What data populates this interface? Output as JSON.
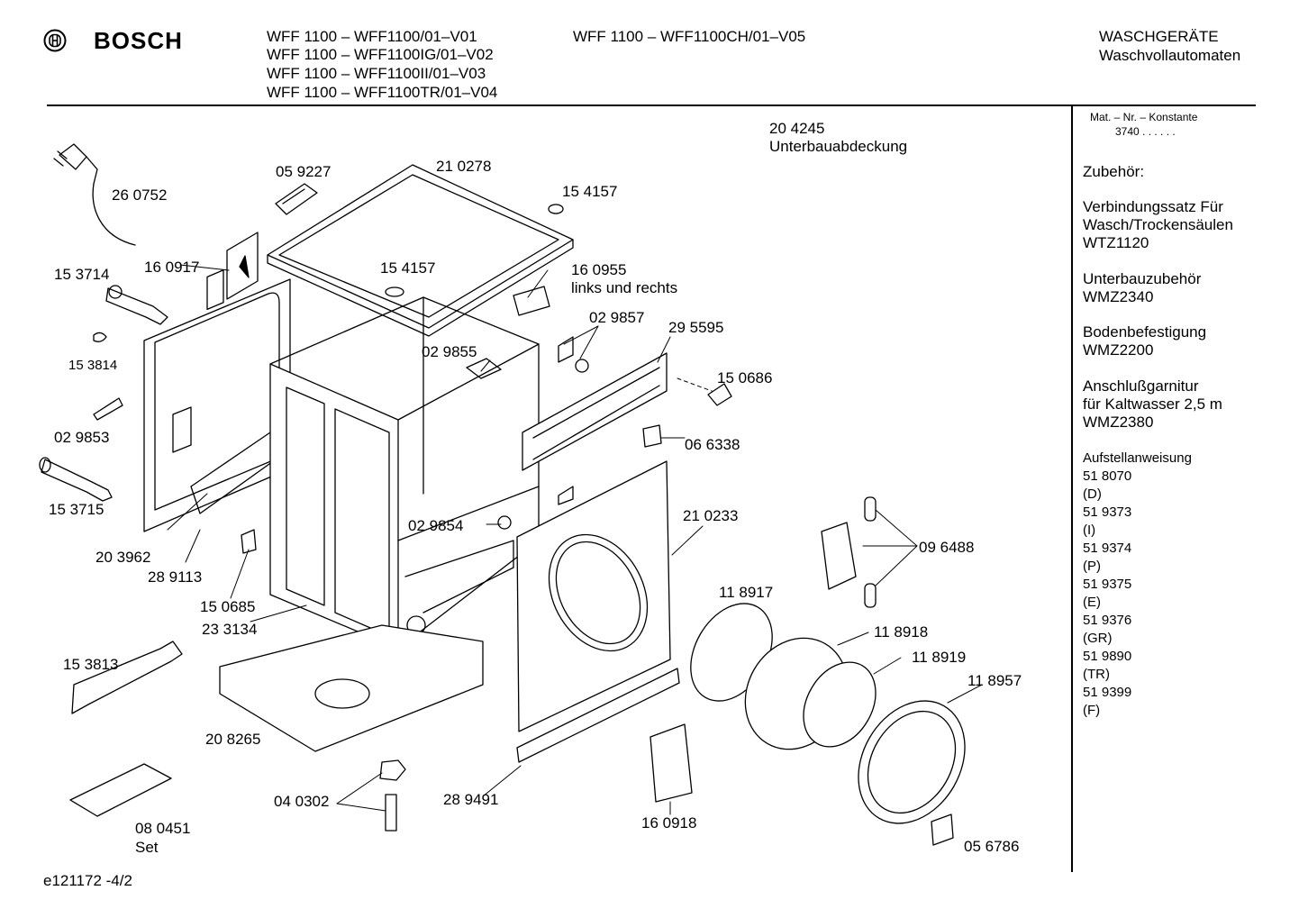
{
  "header": {
    "brand": "BOSCH",
    "models": [
      "WFF 1100 – WFF1100/01–V01",
      "WFF 1100 – WFF1100IG/01–V02",
      "WFF 1100 – WFF1100II/01–V03",
      "WFF 1100 – WFF1100TR/01–V04"
    ],
    "model_extra": "WFF 1100 – WFF1100CH/01–V05",
    "category": "WASCHGERÄTE",
    "subcategory": "Waschvollautomaten"
  },
  "sidebar": {
    "mat_label": "Mat. – Nr. – Konstante",
    "mat_value": "3740  .  .  .  .  .  .",
    "accessories_title": "Zubehör:",
    "accessories": [
      [
        "Verbindungssatz Für",
        "Wasch/Trockensäulen",
        "WTZ1120"
      ],
      [
        "Unterbauzubehör",
        "WMZ2340"
      ],
      [
        "Bodenbefestigung",
        "WMZ2200"
      ],
      [
        "Anschlußgarnitur",
        "für Kaltwasser 2,5 m",
        "WMZ2380"
      ]
    ],
    "instructions_title": "Aufstellanweisung",
    "instructions": [
      "51 8070",
      "(D)",
      "51 9373",
      "(I)",
      "51 9374",
      "(P)",
      "51 9375",
      "(E)",
      "51 9376",
      "(GR)",
      "51 9890",
      "(TR)",
      "51 9399",
      "(F)"
    ]
  },
  "parts": {
    "p204245": "20 4245",
    "p204245_name": "Unterbauabdeckung",
    "p260752": "26 0752",
    "p059227": "05 9227",
    "p210278": "21 0278",
    "p154157a": "15 4157",
    "p154157b": "15 4157",
    "p153714": "15 3714",
    "p160917": "16 0917",
    "p160955": "16 0955",
    "p160955_note": "links und rechts",
    "p153814": "15 3814",
    "p029857": "02 9857",
    "p295595": "29 5595",
    "p029855": "02 9855",
    "p150686": "15 0686",
    "p029853": "02 9853",
    "p066338": "06 6338",
    "p153715": "15 3715",
    "p210233": "21 0233",
    "p029854": "02 9854",
    "p203962": "20 3962",
    "p096488": "09 6488",
    "p289113": "28 9113",
    "p118917": "11 8917",
    "p150685": "15 0685",
    "p233134": "23 3134",
    "p118918": "11 8918",
    "p118919": "11 8919",
    "p153813": "15 3813",
    "p118957": "11 8957",
    "p208265": "20 8265",
    "p040302": "04 0302",
    "p289491": "28 9491",
    "p160918": "16 0918",
    "p080451": "08 0451",
    "p080451_note": "Set",
    "p056786": "05 6786"
  },
  "footer": {
    "doc_id": "e121172 -4/2"
  }
}
